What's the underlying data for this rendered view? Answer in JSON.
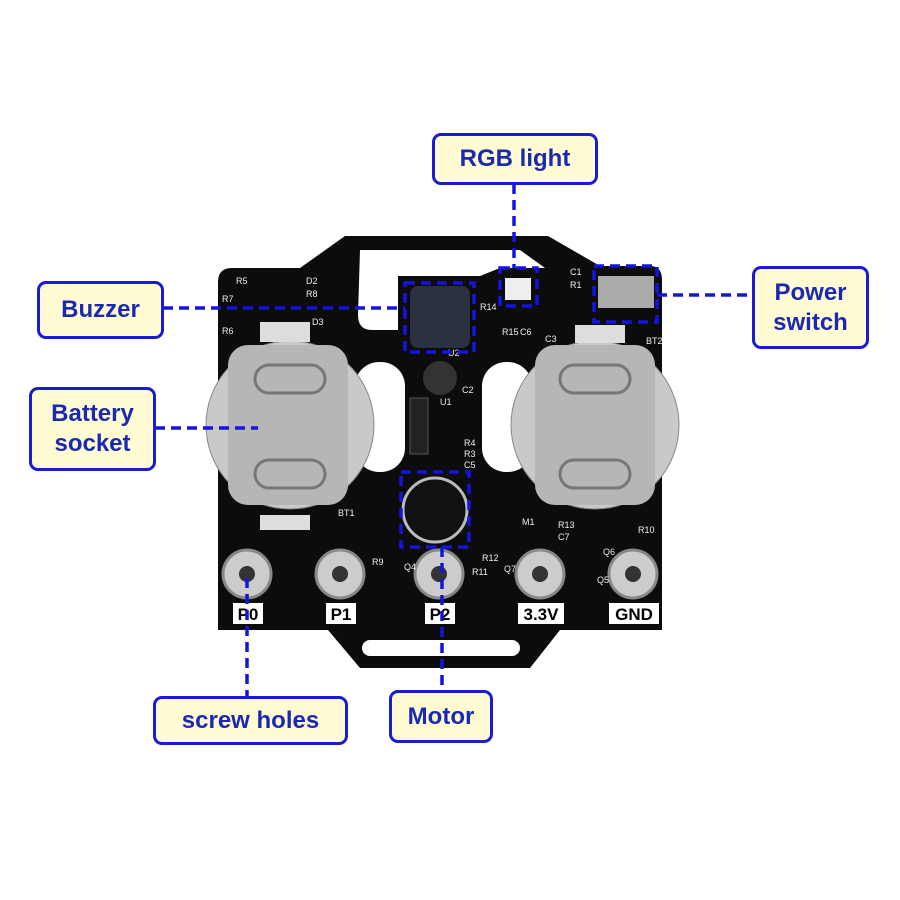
{
  "labels": {
    "rgb_light": "RGB light",
    "buzzer": "Buzzer",
    "power_switch_line1": "Power",
    "power_switch_line2": "switch",
    "battery_socket_line1": "Battery",
    "battery_socket_line2": "socket",
    "screw_holes": "screw holes",
    "motor": "Motor"
  },
  "pins": [
    "P0",
    "P1",
    "P2",
    "3.3V",
    "GND"
  ],
  "silkscreen": [
    "R5",
    "D2",
    "R7",
    "R8",
    "R6",
    "D3",
    "R14",
    "R15",
    "C6",
    "C1",
    "R1",
    "C3",
    "BT2",
    "U2",
    "C2",
    "U1",
    "R4",
    "R3",
    "C5",
    "BT1",
    "R13",
    "C7",
    "R10",
    "R9",
    "R12",
    "R11",
    "Q4",
    "Q7",
    "Q5",
    "Q6",
    "M1"
  ],
  "colors": {
    "accent": "#1b1bd6",
    "label_fill": "#fffbd2",
    "board": "#0c0c0c"
  }
}
